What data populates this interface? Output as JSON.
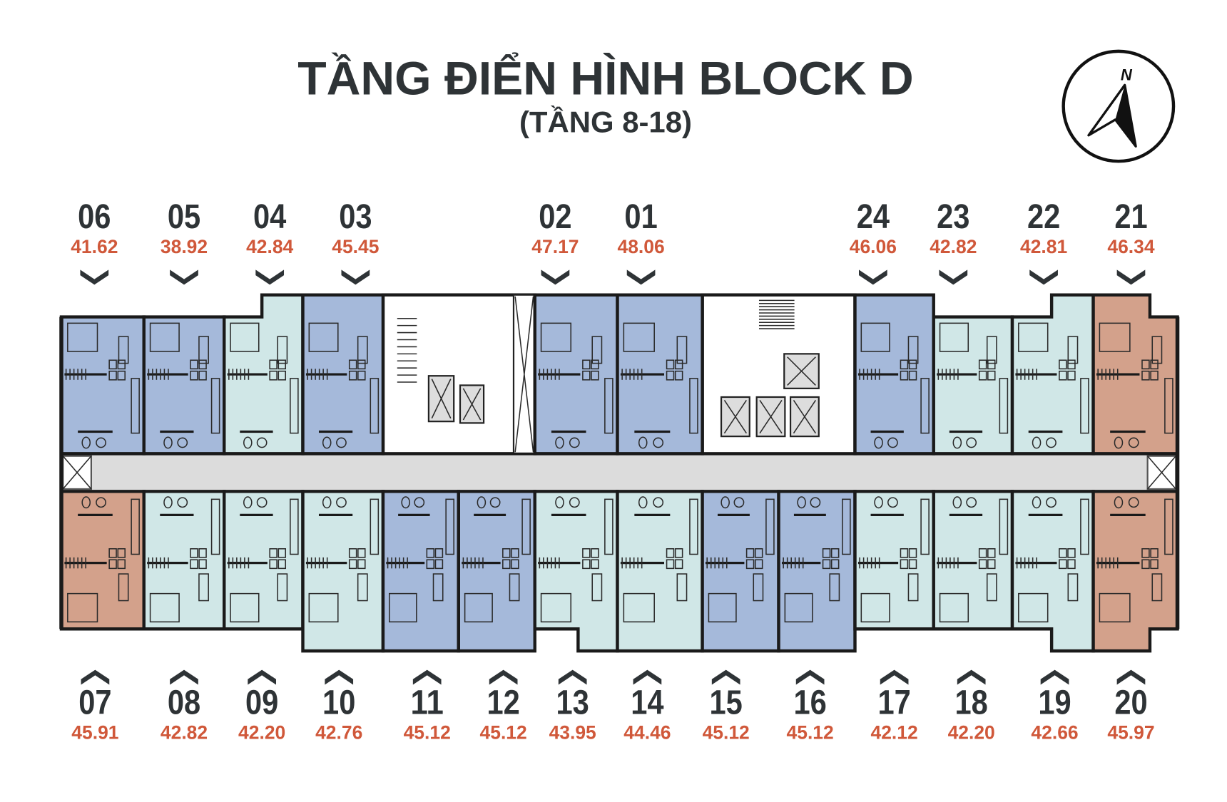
{
  "title": "TẦNG ĐIỂN HÌNH BLOCK D",
  "subtitle": "(TẦNG 8-18)",
  "compass": {
    "label": "N"
  },
  "colors": {
    "title": "#2e3336",
    "area": "#d0583a",
    "type_blue": "#a5b9da",
    "type_cyan": "#d0e7e7",
    "type_terracotta": "#d3a18b",
    "corridor": "#dcdcdc",
    "core": "#e4e4e4"
  },
  "units_top": [
    {
      "id": "06",
      "area": "41.62",
      "type": "blue"
    },
    {
      "id": "05",
      "area": "38.92",
      "type": "blue"
    },
    {
      "id": "04",
      "area": "42.84",
      "type": "cyan"
    },
    {
      "id": "03",
      "area": "45.45",
      "type": "blue"
    },
    {
      "id": "02",
      "area": "47.17",
      "type": "blue"
    },
    {
      "id": "01",
      "area": "48.06",
      "type": "blue"
    },
    {
      "id": "24",
      "area": "46.06",
      "type": "blue"
    },
    {
      "id": "23",
      "area": "42.82",
      "type": "cyan"
    },
    {
      "id": "22",
      "area": "42.81",
      "type": "cyan"
    },
    {
      "id": "21",
      "area": "46.34",
      "type": "terracotta"
    }
  ],
  "units_bottom": [
    {
      "id": "07",
      "area": "45.91",
      "type": "terracotta"
    },
    {
      "id": "08",
      "area": "42.82",
      "type": "cyan"
    },
    {
      "id": "09",
      "area": "42.20",
      "type": "cyan"
    },
    {
      "id": "10",
      "area": "42.76",
      "type": "cyan"
    },
    {
      "id": "11",
      "area": "45.12",
      "type": "blue"
    },
    {
      "id": "12",
      "area": "45.12",
      "type": "blue"
    },
    {
      "id": "13",
      "area": "43.95",
      "type": "cyan"
    },
    {
      "id": "14",
      "area": "44.46",
      "type": "cyan"
    },
    {
      "id": "15",
      "area": "45.12",
      "type": "blue"
    },
    {
      "id": "16",
      "area": "45.12",
      "type": "blue"
    },
    {
      "id": "17",
      "area": "42.12",
      "type": "cyan"
    },
    {
      "id": "18",
      "area": "42.20",
      "type": "cyan"
    },
    {
      "id": "19",
      "area": "42.66",
      "type": "cyan"
    },
    {
      "id": "20",
      "area": "45.97",
      "type": "terracotta"
    }
  ]
}
